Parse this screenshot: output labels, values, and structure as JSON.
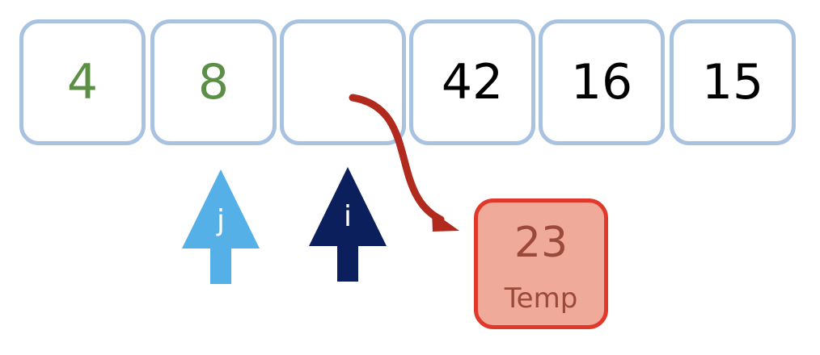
{
  "array": {
    "cells": [
      {
        "value": "4",
        "sorted": true
      },
      {
        "value": "8",
        "sorted": true
      },
      {
        "value": "",
        "sorted": false
      },
      {
        "value": "42",
        "sorted": false
      },
      {
        "value": "16",
        "sorted": false
      },
      {
        "value": "15",
        "sorted": false
      }
    ]
  },
  "pointers": {
    "j": {
      "label": "j",
      "color": "#55b0e8"
    },
    "i": {
      "label": "i",
      "color": "#0b1f5c"
    }
  },
  "temp": {
    "value": "23",
    "label": "Temp"
  },
  "colors": {
    "cell_border": "#a8c2e0",
    "sorted_text": "#5a8f45",
    "move_arrow": "#b02a1e",
    "temp_fill": "#f0aa9a",
    "temp_border": "#e0392c",
    "temp_text": "#9b4a3a"
  }
}
